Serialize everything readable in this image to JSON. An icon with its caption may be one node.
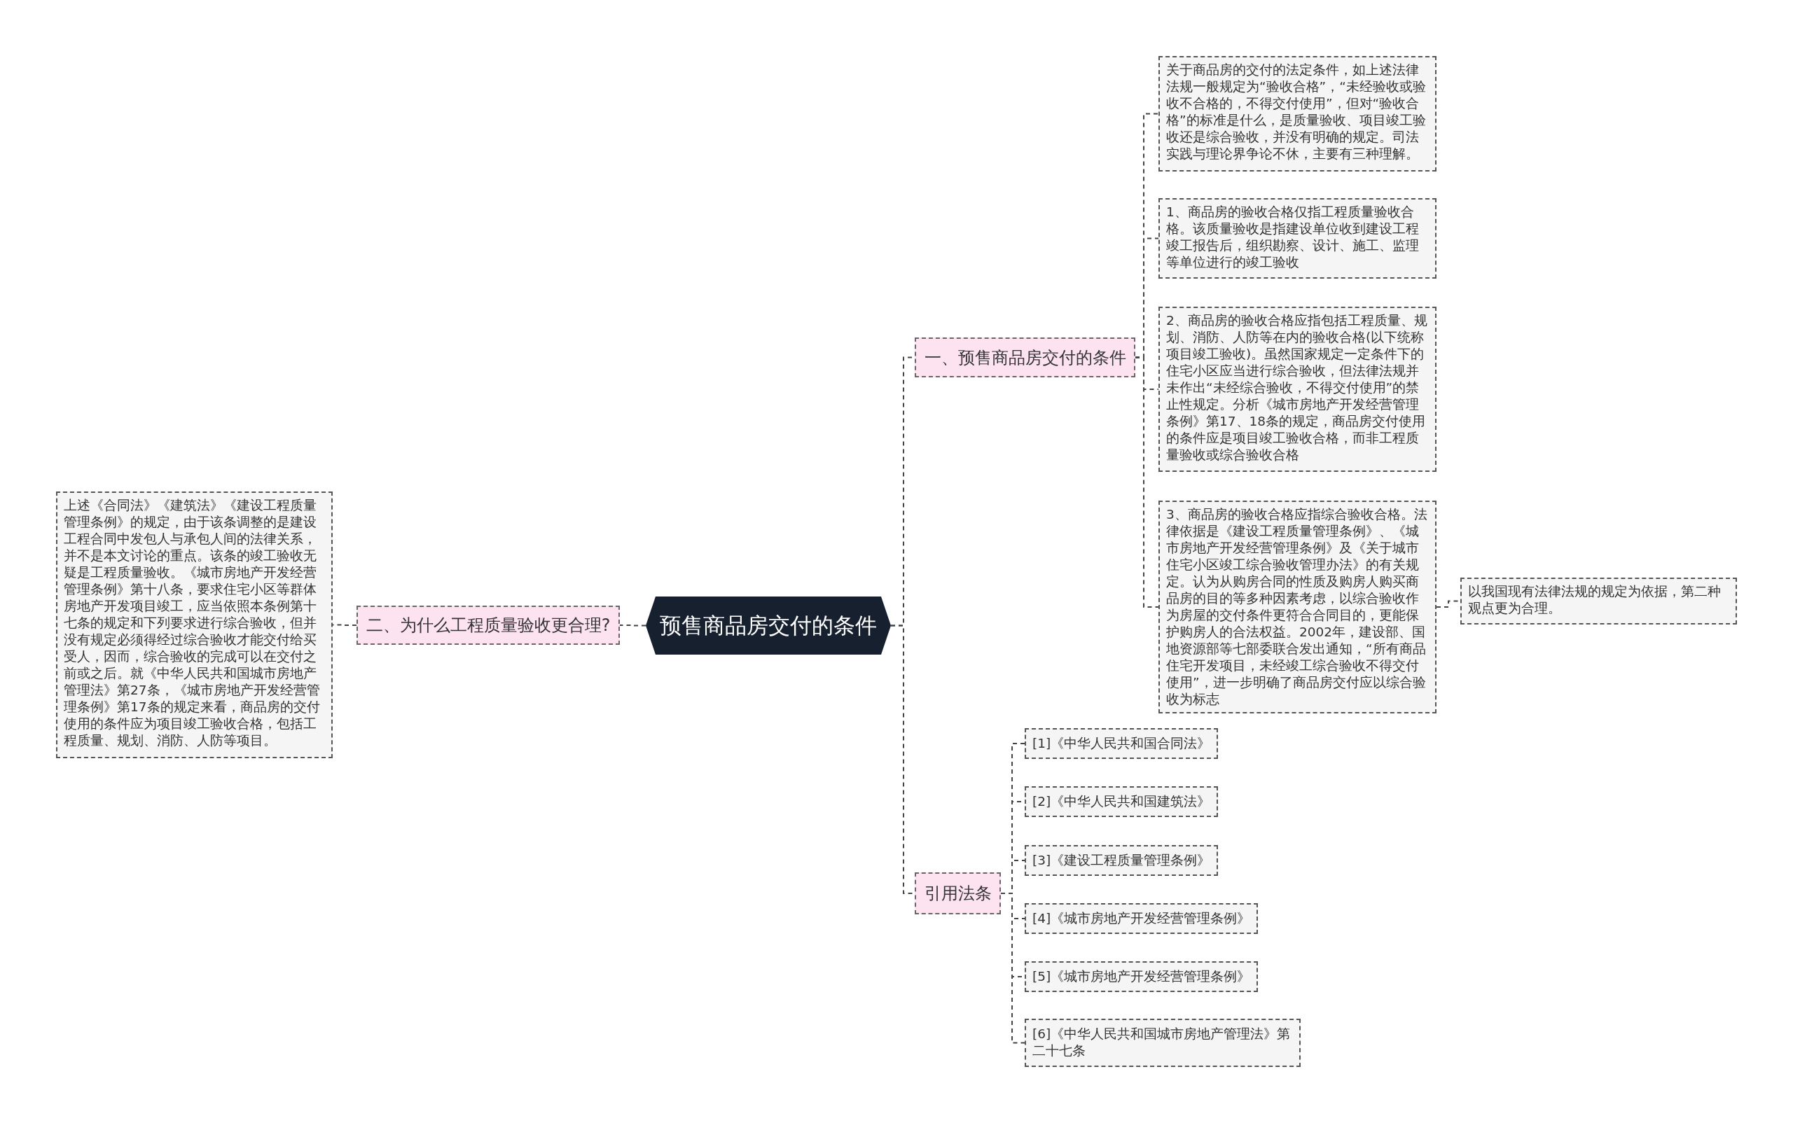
{
  "diagram": {
    "nodes": [
      {
        "text": [
          "预售商品房交付的条件"
        ]
      },
      {
        "text": [
          "一、预售商品房交付的条件"
        ]
      },
      {
        "text": [
          "关于商品房的交付的法定条件，如上述法律法规一般规定为“验收合格”，“未经验收或验收不合格的，不得交付使用”，但对“验收合格”的标准是什么，是质量验收、项目竣工验收还是综合验收，并没有明确的规定。司法实践与理论界争论不休，主要有三种理解。"
        ]
      },
      {
        "text": [
          "1、商品房的验收合格仅指工程质量验收合格。该质量验收是指建设单位收到建设工程竣工报告后，组织勘察、设计、施工、监理等单位进行的竣工验收"
        ]
      },
      {
        "text": [
          "2、商品房的验收合格应指包括工程质量、规划、消防、人防等在内的验收合格(以下统称项目竣工验收)。虽然国家规定一定条件下的住宅小区应当进行综合验收，但法律法规并未作出“未经综合验收，不得交付使用”的禁止性规定。分析《城市房地产开发经营管理条例》第17、18条的规定，商品房交付使用的条件应是项目竣工验收合格，而非工程质量验收或综合验收合格"
        ]
      },
      {
        "text": [
          "3、商品房的验收合格应指综合验收合格。法律依据是《建设工程质量管理条例》、《城市房地产开发经营管理条例》及《关于城市住宅小区竣工综合验收管理办法》的有关规定。认为从购房合同的性质及购房人购买商品房的目的等多种因素考虑，以综合验收作为房屋的交付条件更符合合同目的，更能保护购房人的合法权益。2002年，建设部、国地资源部等七部委联合发出通知，“所有商品住宅开发项目，未经竣工综合验收不得交付使用”，进一步明确了商品房交付应以综合验收为标志"
        ]
      },
      {
        "text": [
          "以我国现有法律法规的规定为依据，第二种观点更为合理。"
        ]
      },
      {
        "text": [
          "二、为什么工程质量验收更合理?"
        ]
      },
      {
        "text": [
          "上述《合同法》《建筑法》《建设工程质量管理条例》的规定，由于该条调整的是建设工程合同中发包人与承包人间的法律关系，并不是本文讨论的重点。该条的竣工验收无疑是工程质量验收。《城市房地产开发经营管理条例》第十八条，要求住宅小区等群体房地产开发项目竣工，应当依照本条例第十七条的规定和下列要求进行综合验收，但并没有规定必须得经过综合验收才能交付给买受人，因而，综合验收的完成可以在交付之前或之后。就《中华人民共和国城市房地产管理法》第27条，《城市房地产开发经营管理条例》第17条的规定来看，商品房的交付使用的条件应为项目竣工验收合格，包括工程质量、规划、消防、人防等项目。"
        ]
      },
      {
        "text": [
          "引用法条"
        ]
      },
      {
        "text": [
          "[1]《中华人民共和国合同法》"
        ]
      },
      {
        "text": [
          "[2]《中华人民共和国建筑法》"
        ]
      },
      {
        "text": [
          "[3]《建设工程质量管理条例》"
        ]
      },
      {
        "text": [
          "[4]《城市房地产开发经营管理条例》"
        ]
      },
      {
        "text": [
          "[5]《城市房地产开发经营管理条例》"
        ]
      },
      {
        "text": [
          "[6]《中华人民共和国城市房地产管理法》第二十七条"
        ]
      }
    ],
    "edges": [
      {
        "from": 0,
        "to": 1,
        "arrow": "none"
      },
      {
        "from": 1,
        "to": 2,
        "arrow": "none"
      },
      {
        "from": 1,
        "to": 3,
        "arrow": "none"
      },
      {
        "from": 1,
        "to": 4,
        "arrow": "none"
      },
      {
        "from": 1,
        "to": 5,
        "arrow": "none"
      },
      {
        "from": 5,
        "to": 6,
        "arrow": "none"
      },
      {
        "from": 0,
        "to": 7,
        "arrow": "none"
      },
      {
        "from": 7,
        "to": 8,
        "arrow": "none"
      },
      {
        "from": 0,
        "to": 9,
        "arrow": "none"
      },
      {
        "from": 9,
        "to": 10,
        "arrow": "none"
      },
      {
        "from": 9,
        "to": 11,
        "arrow": "none"
      },
      {
        "from": 9,
        "to": 12,
        "arrow": "none"
      },
      {
        "from": 9,
        "to": 13,
        "arrow": "none"
      },
      {
        "from": 9,
        "to": 14,
        "arrow": "none"
      },
      {
        "from": 9,
        "to": 15,
        "arrow": "none"
      }
    ]
  }
}
